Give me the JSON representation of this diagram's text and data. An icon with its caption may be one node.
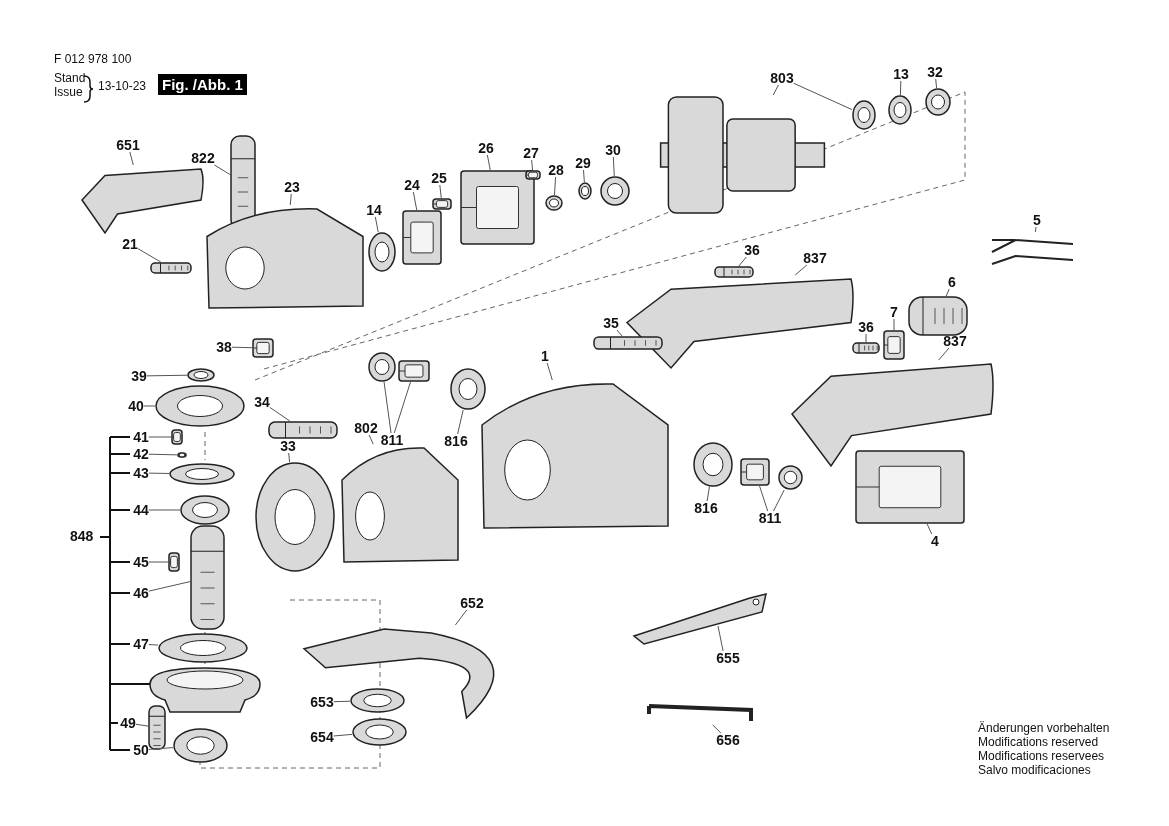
{
  "diagram": {
    "nodes": [
      {
        "text": [
          "803"
        ]
      },
      {
        "text": [],
        "shape": "picture"
      },
      {
        "text": [],
        "shape": "picture"
      },
      {
        "text": [
          "13"
        ]
      },
      {
        "text": [],
        "shape": "picture"
      },
      {
        "text": [
          "32"
        ]
      },
      {
        "text": [],
        "shape": "picture"
      },
      {
        "text": [
          "651"
        ]
      },
      {
        "text": [],
        "shape": "picture"
      },
      {
        "text": [
          "822"
        ]
      },
      {
        "text": [],
        "shape": "picture"
      },
      {
        "text": [
          "26"
        ]
      },
      {
        "text": [],
        "shape": "picture"
      },
      {
        "text": [
          "27"
        ]
      },
      {
        "text": [],
        "shape": "picture"
      },
      {
        "text": [
          "28"
        ]
      },
      {
        "text": [],
        "shape": "picture"
      },
      {
        "text": [
          "29"
        ]
      },
      {
        "text": [],
        "shape": "picture"
      },
      {
        "text": [
          "30"
        ]
      },
      {
        "text": [],
        "shape": "picture"
      },
      {
        "text": [
          "23"
        ]
      },
      {
        "text": [],
        "shape": "picture"
      },
      {
        "text": [
          "24"
        ]
      },
      {
        "text": [],
        "shape": "picture"
      },
      {
        "text": [
          "25"
        ]
      },
      {
        "text": [],
        "shape": "picture"
      },
      {
        "text": [
          "14"
        ]
      },
      {
        "text": [],
        "shape": "picture"
      },
      {
        "text": [
          "21"
        ]
      },
      {
        "text": [],
        "shape": "picture"
      },
      {
        "text": [
          "5"
        ]
      },
      {
        "text": [],
        "shape": "picture"
      },
      {
        "text": [
          "36"
        ]
      },
      {
        "text": [],
        "shape": "picture"
      },
      {
        "text": [
          "837"
        ]
      },
      {
        "text": [],
        "shape": "picture"
      },
      {
        "text": [
          "6"
        ]
      },
      {
        "text": [],
        "shape": "picture"
      },
      {
        "text": [
          "35"
        ]
      },
      {
        "text": [],
        "shape": "picture"
      },
      {
        "text": [
          "7"
        ]
      },
      {
        "text": [],
        "shape": "picture"
      },
      {
        "text": [
          "36"
        ]
      },
      {
        "text": [],
        "shape": "picture"
      },
      {
        "text": [
          "837"
        ]
      },
      {
        "text": [],
        "shape": "picture"
      },
      {
        "text": [
          "38"
        ]
      },
      {
        "text": [],
        "shape": "picture"
      },
      {
        "text": [
          "39"
        ]
      },
      {
        "text": [],
        "shape": "picture"
      },
      {
        "text": [
          "40"
        ]
      },
      {
        "text": [],
        "shape": "picture"
      },
      {
        "text": [
          "1"
        ]
      },
      {
        "text": [],
        "shape": "picture"
      },
      {
        "text": [
          "34"
        ]
      },
      {
        "text": [],
        "shape": "picture"
      },
      {
        "text": [
          "811"
        ]
      },
      {
        "text": [],
        "shape": "picture"
      },
      {
        "text": [],
        "shape": "picture"
      },
      {
        "text": [
          "816"
        ]
      },
      {
        "text": [],
        "shape": "picture"
      },
      {
        "text": [
          "33"
        ]
      },
      {
        "text": [],
        "shape": "picture"
      },
      {
        "text": [
          "802"
        ]
      },
      {
        "text": [],
        "shape": "picture"
      },
      {
        "text": [
          "41"
        ]
      },
      {
        "text": [],
        "shape": "picture"
      },
      {
        "text": [
          "42"
        ]
      },
      {
        "text": [],
        "shape": "picture"
      },
      {
        "text": [
          "43"
        ]
      },
      {
        "text": [],
        "shape": "picture"
      },
      {
        "text": [
          "44"
        ]
      },
      {
        "text": [],
        "shape": "picture"
      },
      {
        "text": [
          "45"
        ]
      },
      {
        "text": [],
        "shape": "picture"
      },
      {
        "text": [
          "46"
        ]
      },
      {
        "text": [],
        "shape": "picture"
      },
      {
        "text": [
          "47"
        ]
      },
      {
        "text": [],
        "shape": "picture"
      },
      {
        "text": [
          "49"
        ]
      },
      {
        "text": [],
        "shape": "picture"
      },
      {
        "text": [
          "50"
        ]
      },
      {
        "text": [],
        "shape": "picture"
      },
      {
        "text": [
          "816"
        ]
      },
      {
        "text": [],
        "shape": "picture"
      },
      {
        "text": [
          "811"
        ]
      },
      {
        "text": [],
        "shape": "picture"
      },
      {
        "text": [],
        "shape": "picture"
      },
      {
        "text": [
          "4"
        ]
      },
      {
        "text": [],
        "shape": "picture"
      },
      {
        "text": [
          "652"
        ]
      },
      {
        "text": [],
        "shape": "picture"
      },
      {
        "text": [
          "653"
        ]
      },
      {
        "text": [],
        "shape": "picture"
      },
      {
        "text": [
          "654"
        ]
      },
      {
        "text": [],
        "shape": "picture"
      },
      {
        "text": [
          "655"
        ]
      },
      {
        "text": [],
        "shape": "picture"
      },
      {
        "text": [
          "656"
        ]
      },
      {
        "text": [],
        "shape": "picture"
      }
    ],
    "edges": [
      {
        "from": 0,
        "to": 1,
        "arrow": "none"
      },
      {
        "from": 0,
        "to": 2,
        "arrow": "none"
      },
      {
        "from": 3,
        "to": 4,
        "arrow": "none"
      },
      {
        "from": 5,
        "to": 6,
        "arrow": "none"
      },
      {
        "from": 7,
        "to": 8,
        "arrow": "none"
      },
      {
        "from": 9,
        "to": 10,
        "arrow": "none"
      },
      {
        "from": 11,
        "to": 12,
        "arrow": "none"
      },
      {
        "from": 13,
        "to": 14,
        "arrow": "none"
      },
      {
        "from": 15,
        "to": 16,
        "arrow": "none"
      },
      {
        "from": 17,
        "to": 18,
        "arrow": "none"
      },
      {
        "from": 19,
        "to": 20,
        "arrow": "none"
      },
      {
        "from": 21,
        "to": 22,
        "arrow": "none"
      },
      {
        "from": 23,
        "to": 24,
        "arrow": "none"
      },
      {
        "from": 25,
        "to": 26,
        "arrow": "none"
      },
      {
        "from": 27,
        "to": 28,
        "arrow": "none"
      },
      {
        "from": 29,
        "to": 30,
        "arrow": "none"
      },
      {
        "from": 31,
        "to": 32,
        "arrow": "none"
      },
      {
        "from": 33,
        "to": 34,
        "arrow": "none"
      },
      {
        "from": 35,
        "to": 36,
        "arrow": "none"
      },
      {
        "from": 37,
        "to": 38,
        "arrow": "none"
      },
      {
        "from": 39,
        "to": 40,
        "arrow": "none"
      },
      {
        "from": 41,
        "to": 42,
        "arrow": "none"
      },
      {
        "from": 43,
        "to": 44,
        "arrow": "none"
      },
      {
        "from": 45,
        "to": 46,
        "arrow": "none"
      },
      {
        "from": 47,
        "to": 48,
        "arrow": "none"
      },
      {
        "from": 49,
        "to": 50,
        "arrow": "none"
      },
      {
        "from": 51,
        "to": 52,
        "arrow": "none"
      },
      {
        "from": 53,
        "to": 54,
        "arrow": "none"
      },
      {
        "from": 55,
        "to": 56,
        "arrow": "none"
      },
      {
        "from": 57,
        "to": 58,
        "arrow": "none"
      },
      {
        "from": 57,
        "to": 59,
        "arrow": "none"
      },
      {
        "from": 60,
        "to": 61,
        "arrow": "none"
      },
      {
        "from": 62,
        "to": 63,
        "arrow": "none"
      },
      {
        "from": 64,
        "to": 65,
        "arrow": "none"
      },
      {
        "from": 66,
        "to": 67,
        "arrow": "none"
      },
      {
        "from": 68,
        "to": 69,
        "arrow": "none"
      },
      {
        "from": 70,
        "to": 71,
        "arrow": "none"
      },
      {
        "from": 72,
        "to": 73,
        "arrow": "none"
      },
      {
        "from": 74,
        "to": 75,
        "arrow": "none"
      },
      {
        "from": 76,
        "to": 77,
        "arrow": "none"
      },
      {
        "from": 78,
        "to": 79,
        "arrow": "none"
      },
      {
        "from": 80,
        "to": 81,
        "arrow": "none"
      },
      {
        "from": 82,
        "to": 83,
        "arrow": "none"
      },
      {
        "from": 84,
        "to": 85,
        "arrow": "none"
      },
      {
        "from": 86,
        "to": 87,
        "arrow": "none"
      },
      {
        "from": 86,
        "to": 88,
        "arrow": "none"
      },
      {
        "from": 89,
        "to": 90,
        "arrow": "none"
      },
      {
        "from": 91,
        "to": 92,
        "arrow": "none"
      },
      {
        "from": 93,
        "to": 94,
        "arrow": "none"
      },
      {
        "from": 95,
        "to": 96,
        "arrow": "none"
      },
      {
        "from": 97,
        "to": 98,
        "arrow": "none"
      },
      {
        "from": 99,
        "to": 100,
        "arrow": "none"
      }
    ],
    "labels": [
      "F 012 978 100",
      "Stand",
      "Issue",
      "13-10-23",
      "Fig. /Abb. 1",
      "848",
      "Änderungen vorbehalten",
      "Modifications reserved",
      "Modifications reservees",
      "Salvo modificaciones"
    ]
  }
}
